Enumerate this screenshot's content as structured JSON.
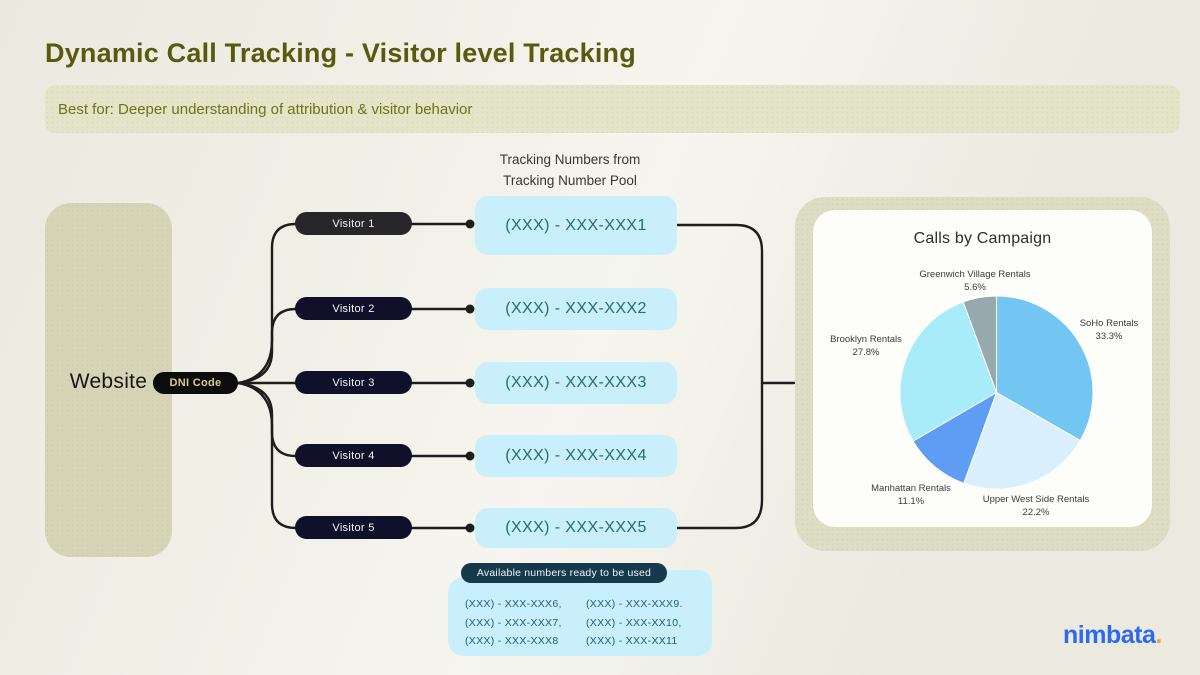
{
  "page": {
    "title": "Dynamic Call Tracking - Visitor level Tracking",
    "subtitle": "Best for: Deeper understanding of attribution & visitor behavior"
  },
  "website": {
    "label": "Website",
    "dni_label": "DNI Code"
  },
  "tracking_header": {
    "line1": "Tracking Numbers from",
    "line2": "Tracking Number Pool"
  },
  "visitors": [
    {
      "label": "Visitor 1",
      "number": "(XXX) - XXX-XXX1"
    },
    {
      "label": "Visitor 2",
      "number": "(XXX) - XXX-XXX2"
    },
    {
      "label": "Visitor 3",
      "number": "(XXX) - XXX-XXX3"
    },
    {
      "label": "Visitor 4",
      "number": "(XXX) - XXX-XXX4"
    },
    {
      "label": "Visitor 5",
      "number": "(XXX) - XXX-XXX5"
    }
  ],
  "chart_data": {
    "type": "pie",
    "title": "Calls by Campaign",
    "start_angle_deg": -90,
    "direction": "clockwise",
    "slices": [
      {
        "label": "SoHo Rentals",
        "value": 33.3,
        "pct_label": "33.3%",
        "color": "#74c6f2"
      },
      {
        "label": "Upper West Side Rentals",
        "value": 22.2,
        "pct_label": "22.2%",
        "color": "#d9f0fc"
      },
      {
        "label": "Manhattan Rentals",
        "value": 11.1,
        "pct_label": "11.1%",
        "color": "#5f9df5"
      },
      {
        "label": "Brooklyn Rentals",
        "value": 27.8,
        "pct_label": "27.8%",
        "color": "#a7ecf8"
      },
      {
        "label": "Greenwich Village Rentals",
        "value": 5.6,
        "pct_label": "5.6%",
        "color": "#98a9ae"
      }
    ]
  },
  "available": {
    "title": "Available numbers ready to be used",
    "col1": [
      "(XXX) - XXX-XXX6,",
      "(XXX) - XXX-XXX7,",
      "(XXX) - XXX-XXX8"
    ],
    "col2": [
      "(XXX) - XXX-XXX9.",
      "(XXX) - XXX-XX10,",
      "(XXX) - XXX-XX11"
    ]
  },
  "logo": {
    "text": "nimbata",
    "dot": "."
  }
}
